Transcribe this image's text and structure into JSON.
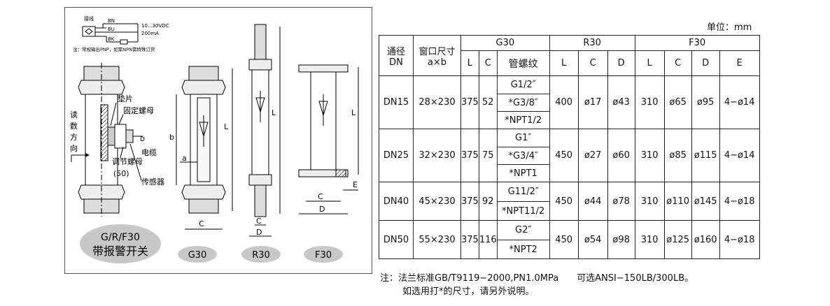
{
  "unit_label": "单位：mm",
  "drawing": {
    "wiring_label": "接线",
    "wire_bn": "BN",
    "wire_bu": "BU",
    "wire_bk": "BK",
    "voltage": "10...30VDC",
    "current": "200mA",
    "wiring_note": "注：常规输出PNP，如需NPN需特殊订货",
    "read_direction": [
      "读",
      "数",
      "方",
      "向"
    ],
    "gasket": "垫片",
    "fixing_nut": "固定螺母",
    "cable": "电缆",
    "adjust_nut": "调节螺母",
    "distance_50": "(50)",
    "sensor": "传感器",
    "dim_d": "D",
    "dim_a": "a",
    "dim_b": "b",
    "dim_l": "L",
    "dim_c": "C",
    "dim_e": "E",
    "badge_line1": "G/R/F30",
    "badge_line2": "带报警开关",
    "model_labels": [
      "G30",
      "R30",
      "F30"
    ]
  },
  "table": {
    "header_row1": {
      "dn_label": "通径",
      "window_label": "窗口尺寸",
      "group_g": "G30",
      "group_r": "R30",
      "group_f": "F30"
    },
    "header_row2": {
      "dn_sub": "DN",
      "window_sub": "a×b",
      "cols": [
        "L",
        "C",
        "管螺纹",
        "L",
        "C",
        "D",
        "L",
        "C",
        "D",
        "E"
      ]
    },
    "rows": [
      {
        "dn": "DN15",
        "window": "28×230",
        "g_l": "375",
        "g_c": "52",
        "threads": [
          "G1/2″",
          "*G3/8″",
          "*NPT1/2"
        ],
        "r_l": "400",
        "r_c": "ø17",
        "r_d": "ø43",
        "f_l": "310",
        "f_c": "ø65",
        "f_d": "ø95",
        "f_e": "4−ø14"
      },
      {
        "dn": "DN25",
        "window": "32×230",
        "g_l": "375",
        "g_c": "75",
        "threads": [
          "G1″",
          "*G3/4″",
          "*NPT1"
        ],
        "r_l": "450",
        "r_c": "ø27",
        "r_d": "ø60",
        "f_l": "310",
        "f_c": "ø85",
        "f_d": "ø115",
        "f_e": "4−ø14"
      },
      {
        "dn": "DN40",
        "window": "45×230",
        "g_l": "375",
        "g_c": "92",
        "threads": [
          "G11/2″",
          "*NPT11/2"
        ],
        "r_l": "450",
        "r_c": "ø44",
        "r_d": "ø78",
        "f_l": "310",
        "f_c": "ø110",
        "f_d": "ø145",
        "f_e": "4−ø18"
      },
      {
        "dn": "DN50",
        "window": "55×230",
        "g_l": "375",
        "g_c": "116",
        "threads": [
          "G2″",
          "*NPT2"
        ],
        "r_l": "450",
        "r_c": "ø54",
        "r_d": "ø98",
        "f_l": "310",
        "f_c": "ø125",
        "f_d": "ø160",
        "f_e": "4−ø18"
      }
    ]
  },
  "notes": {
    "line1": "注：法兰标准GB/T9119−2000,PN1.0MPa　　可选ANSI−150LB/300LB。",
    "line2": "如选用打*的尺寸，请另外说明。"
  }
}
